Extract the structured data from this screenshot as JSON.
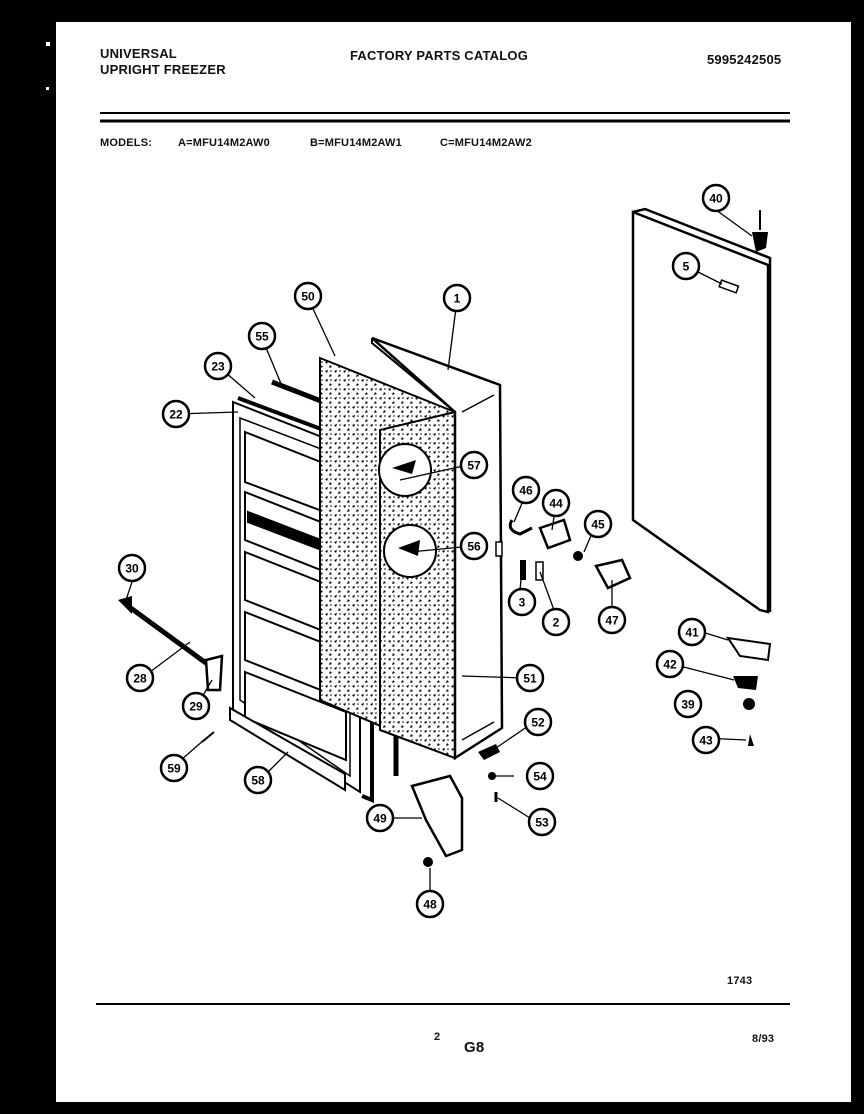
{
  "header": {
    "brand_line1": "UNIVERSAL",
    "brand_line2": "UPRIGHT FREEZER",
    "catalog_title": "FACTORY PARTS CATALOG",
    "doc_number": "5995242505"
  },
  "models": {
    "label": "MODELS:",
    "a": "A=MFU14M2AW0",
    "b": "B=MFU14M2AW1",
    "c": "C=MFU14M2AW2"
  },
  "footer": {
    "figure_number": "1743",
    "page_number": "2",
    "section_code": "G8",
    "date": "8/93"
  },
  "callouts": [
    "1",
    "2",
    "3",
    "5",
    "22",
    "23",
    "28",
    "29",
    "30",
    "39",
    "40",
    "41",
    "42",
    "43",
    "44",
    "45",
    "46",
    "47",
    "48",
    "49",
    "50",
    "51",
    "52",
    "53",
    "54",
    "55",
    "56",
    "57",
    "58",
    "59"
  ],
  "colors": {
    "ink": "#000000",
    "paper": "#ffffff"
  }
}
